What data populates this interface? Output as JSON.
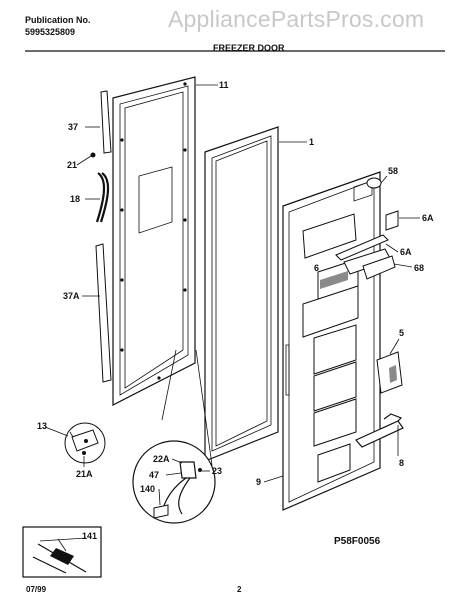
{
  "header": {
    "publication_label": "Publication No.",
    "publication_number": "5995325809",
    "section_title": "FREEZER DOOR",
    "watermark": "AppliancePartsPros.com"
  },
  "callouts": {
    "c11": "11",
    "c37": "37",
    "c21": "21",
    "c18": "18",
    "c37a": "37A",
    "c1": "1",
    "c58": "58",
    "c6a_top": "6A",
    "c6": "6",
    "c6a_mid": "6A",
    "c68": "68",
    "c5": "5",
    "c8": "8",
    "c9": "9",
    "c13": "13",
    "c21a": "21A",
    "c22a": "22A",
    "c47": "47",
    "c23": "23",
    "c140": "140",
    "c141": "141"
  },
  "figure_code": "P58F0056",
  "footer": {
    "date": "07/99",
    "page": "2"
  }
}
